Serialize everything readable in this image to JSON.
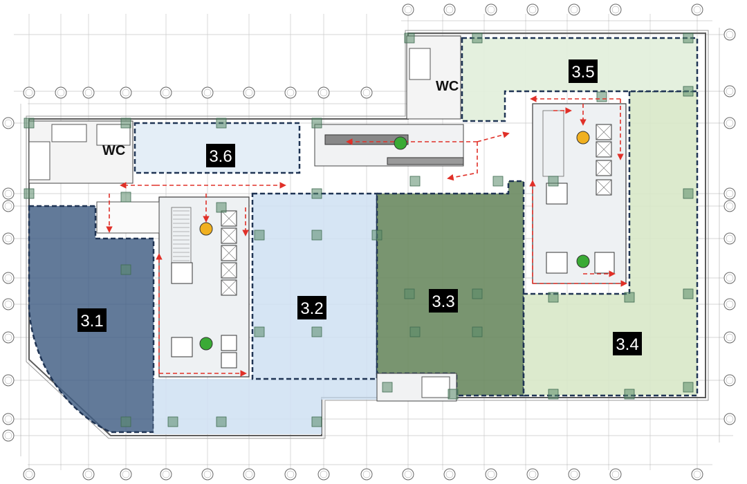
{
  "plan": {
    "units": [
      {
        "id": "u31",
        "label": "3.1",
        "fill": "#3f5d82"
      },
      {
        "id": "u32",
        "label": "3.2",
        "fill": "#cfe0f2"
      },
      {
        "id": "u33",
        "label": "3.3",
        "fill": "#6a8a60"
      },
      {
        "id": "u34",
        "label": "3.4",
        "fill": "#d8e8c8"
      },
      {
        "id": "u35",
        "label": "3.5",
        "fill": "#e3efdc"
      },
      {
        "id": "u36",
        "label": "3.6",
        "fill": "#e4eef7"
      }
    ],
    "wc_labels": [
      "WC",
      "WC"
    ],
    "colors": {
      "boundary": "#1f3454",
      "route": "#e03028",
      "wall": "#3a3a3a",
      "column": "#5a8a6a",
      "lift_core": "#e8ecef",
      "marker_yellow": "#f0b020",
      "marker_green": "#3aaa35"
    },
    "icons": [
      "lift-icon",
      "stair-icon",
      "column-icon",
      "grid-bubble-icon",
      "evacuation-arrow-icon"
    ]
  }
}
